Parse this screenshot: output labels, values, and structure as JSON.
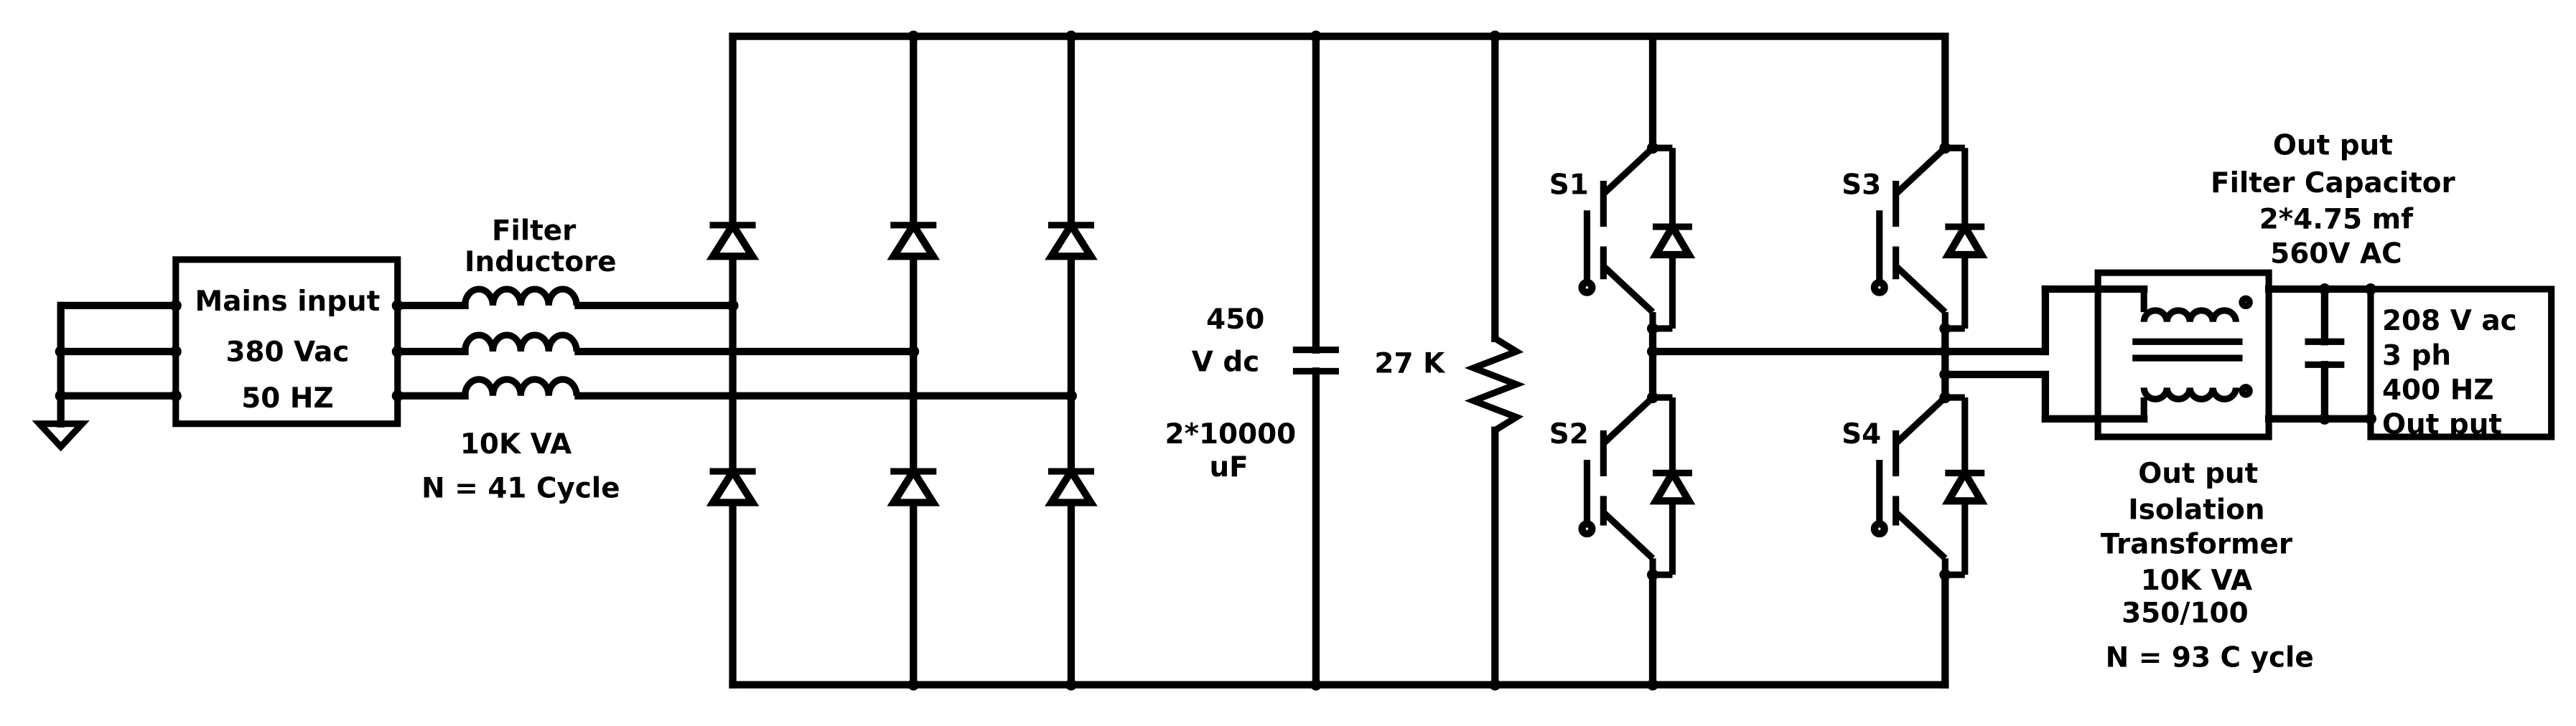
{
  "mains": {
    "title": "Mains input",
    "voltage": "380 Vac",
    "freq": "50 HZ"
  },
  "inductor": {
    "title1": "Filter",
    "title2": "Inductore",
    "rating": "10K  VA",
    "turns": "N = 41 Cycle"
  },
  "dc_bus": {
    "volt1": "450",
    "volt2": "V dc",
    "cap1": "2*10000",
    "cap2": "uF",
    "resistor": "27 K"
  },
  "switches": {
    "s1": "S1",
    "s2": "S2",
    "s3": "S3",
    "s4": "S4"
  },
  "filter_cap": {
    "line1": "Out put",
    "line2": "Filter Capacitor",
    "line3": "2*4.75 mf",
    "line4": "560V AC"
  },
  "output": {
    "line1": "208  V ac",
    "line2": "3 ph",
    "line3": "400 HZ",
    "line4": "Out put"
  },
  "transformer": {
    "line1": "Out put",
    "line2": "Isolation",
    "line3": "Transformer",
    "line4": "10K  VA",
    "line5": "350/100",
    "turns": "N = 93  C ycle"
  }
}
